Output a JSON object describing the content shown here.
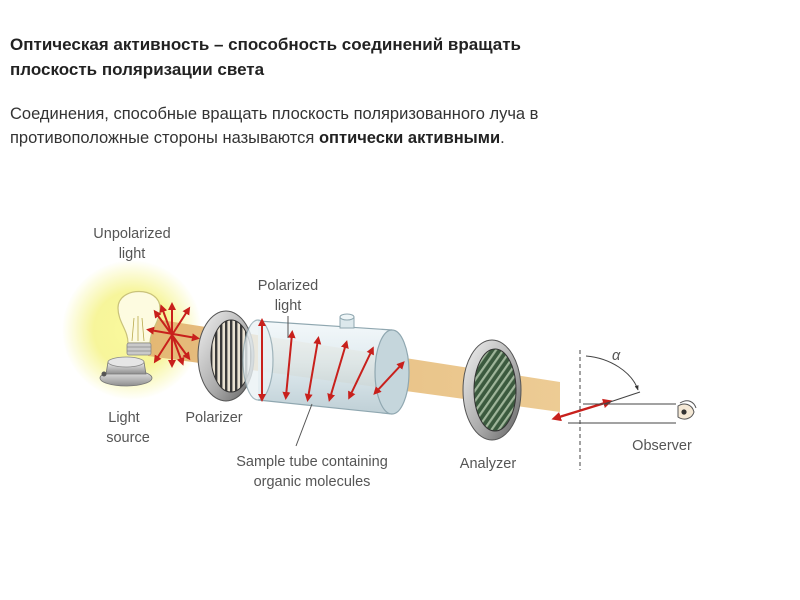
{
  "heading": {
    "line1": "Оптическая активность – способность соединений вращать",
    "line2": "плоскость поляризации света"
  },
  "paragraph": {
    "line1": "Соединения, способные вращать плоскость поляризованного луча в",
    "line2_prefix": "противоположные стороны называются ",
    "line2_bold": "оптически активными",
    "line2_suffix": "."
  },
  "diagram": {
    "labels": {
      "unpolarized_line1": "Unpolarized",
      "unpolarized_line2": "light",
      "polarized_line1": "Polarized",
      "polarized_line2": "light",
      "light_source_line1": "Light",
      "light_source_line2": "source",
      "polarizer": "Polarizer",
      "sample_tube_line1": "Sample tube containing",
      "sample_tube_line2": "organic molecules",
      "analyzer": "Analyzer",
      "observer": "Observer",
      "alpha": "α"
    },
    "icons": [
      "light-bulb-icon",
      "eye-icon"
    ],
    "colors": {
      "beam": "#e6bd7c",
      "arrows": "#c8201c",
      "glow": "#f4f27a",
      "tube": "#d9e6ea"
    }
  }
}
